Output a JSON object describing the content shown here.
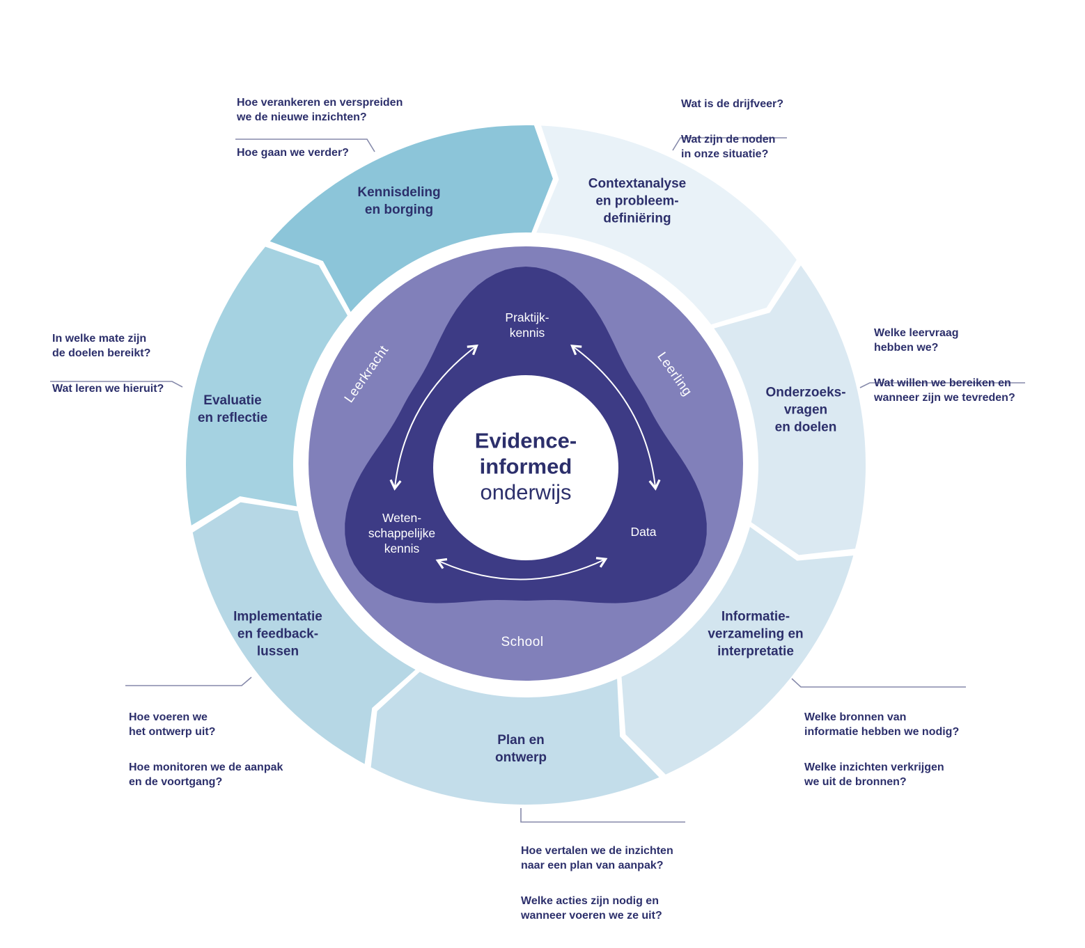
{
  "colors": {
    "navy": "#2c2f6b",
    "leader": "#8589aa",
    "inner_disc": "#8180ba",
    "triangle": "#3d3b85",
    "arrow": "#ffffff"
  },
  "title": {
    "line1": "Evidence-",
    "line2": "informed",
    "line3": "onderwijs"
  },
  "cycle": {
    "segments": [
      {
        "id": "contextanalyse",
        "label": [
          "Contextanalyse",
          "en probleem-",
          "definiëring"
        ],
        "color": "#e9f2f8"
      },
      {
        "id": "onderzoeksvragen",
        "label": [
          "Onderzoeks-",
          "vragen",
          "en doelen"
        ],
        "color": "#dbe9f2"
      },
      {
        "id": "informatieverzameling",
        "label": [
          "Informatie-",
          "verzameling en",
          "interpretatie"
        ],
        "color": "#d3e5ef"
      },
      {
        "id": "plan-en-ontwerp",
        "label": [
          "Plan en",
          "ontwerp"
        ],
        "color": "#c3ddea"
      },
      {
        "id": "implementatie",
        "label": [
          "Implementatie",
          "en feedback-",
          "lussen"
        ],
        "color": "#b6d7e5"
      },
      {
        "id": "evaluatie",
        "label": [
          "Evaluatie",
          "en reflectie"
        ],
        "color": "#a5d2e1"
      },
      {
        "id": "kennisdeling",
        "label": [
          "Kennisdeling",
          "en borging"
        ],
        "color": "#8cc5d9"
      }
    ]
  },
  "annotations": [
    {
      "id": "topleft",
      "q1": [
        "Hoe verankeren en verspreiden",
        "we de nieuwe inzichten?"
      ],
      "q2": [
        "Hoe gaan we verder?"
      ]
    },
    {
      "id": "topright",
      "q1": [
        "Wat is de drijfveer?"
      ],
      "q2": [
        "Wat zijn de noden",
        "in onze situatie?"
      ]
    },
    {
      "id": "right",
      "q1": [
        "Welke leervraag",
        "hebben we?"
      ],
      "q2": [
        "Wat willen we bereiken en",
        "wanneer zijn we tevreden?"
      ]
    },
    {
      "id": "bottomright",
      "q1": [
        "Welke bronnen van",
        "informatie hebben we nodig?"
      ],
      "q2": [
        "Welke inzichten verkrijgen",
        "we uit de bronnen?"
      ]
    },
    {
      "id": "bottom",
      "q1": [
        "Hoe vertalen we de inzichten",
        "naar een plan van aanpak?"
      ],
      "q2": [
        "Welke acties zijn nodig en",
        "wanneer voeren we ze uit?"
      ]
    },
    {
      "id": "bottomleft",
      "q1": [
        "Hoe voeren we",
        "het ontwerp uit?"
      ],
      "q2": [
        "Hoe monitoren we de aanpak",
        "en de voortgang?"
      ]
    },
    {
      "id": "left",
      "q1": [
        "In welke mate zijn",
        "de doelen bereikt?"
      ],
      "q2": [
        "Wat leren we hieruit?"
      ]
    }
  ],
  "inner": {
    "ring_labels": [
      {
        "id": "leerkracht",
        "text": "Leerkracht"
      },
      {
        "id": "leerling",
        "text": "Leerling"
      },
      {
        "id": "school",
        "text": "School"
      }
    ],
    "triangle_labels": [
      {
        "id": "praktijkkennis",
        "label": [
          "Praktijk-",
          "kennis"
        ]
      },
      {
        "id": "wetenschappelijke-kennis",
        "label": [
          "Weten-",
          "schappelijke",
          "kennis"
        ]
      },
      {
        "id": "data",
        "label": [
          "Data"
        ]
      }
    ]
  }
}
